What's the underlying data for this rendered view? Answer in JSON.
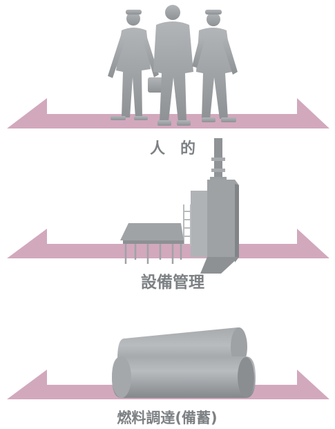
{
  "colors": {
    "arrow": "#d2a8bd",
    "silhouette": "#a2a6a9",
    "label": "#7d8184"
  },
  "sections": [
    {
      "icon": "people-silhouette-icon",
      "label": "人　的"
    },
    {
      "icon": "facility-plant-icon",
      "label": "設備管理"
    },
    {
      "icon": "fuel-pipes-icon",
      "label": "燃料調達(備蓄)"
    }
  ]
}
